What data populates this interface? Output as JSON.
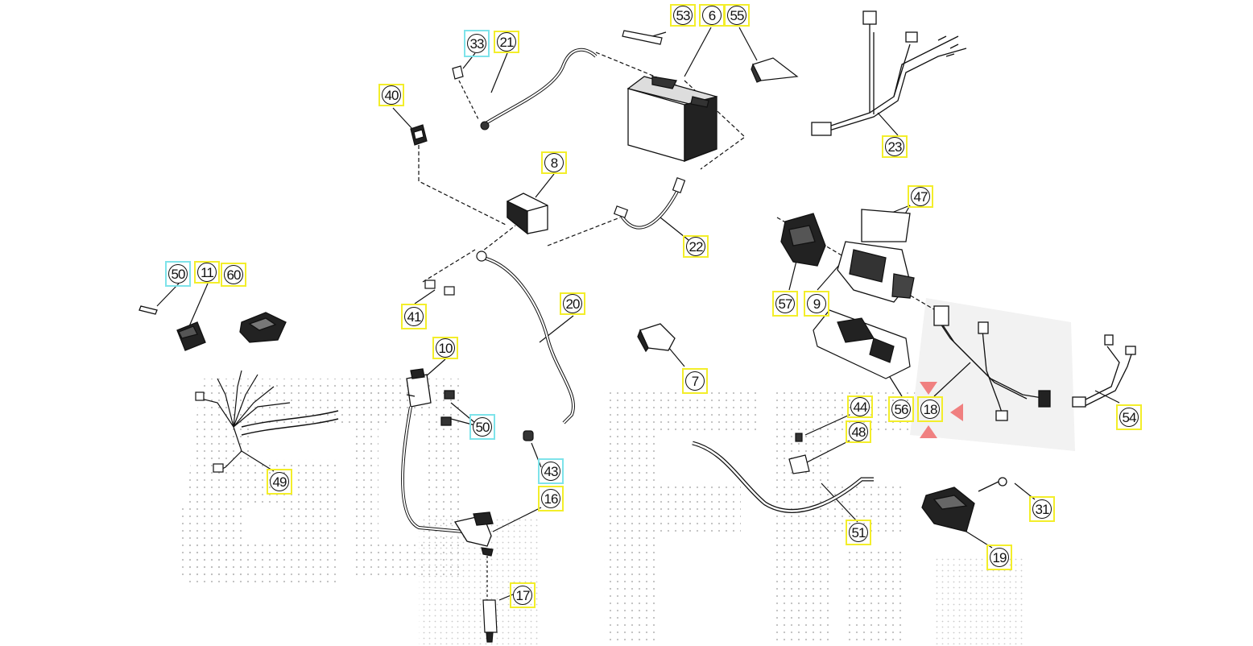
{
  "diagram": {
    "callouts": [
      {
        "id": "53",
        "label": "53",
        "box": "yellow"
      },
      {
        "id": "6",
        "label": "6",
        "box": "yellow"
      },
      {
        "id": "55",
        "label": "55",
        "box": "yellow"
      },
      {
        "id": "33",
        "label": "33",
        "box": "cyan"
      },
      {
        "id": "21",
        "label": "21",
        "box": "yellow"
      },
      {
        "id": "40",
        "label": "40",
        "box": "yellow"
      },
      {
        "id": "23",
        "label": "23",
        "box": "yellow"
      },
      {
        "id": "8",
        "label": "8",
        "box": "yellow"
      },
      {
        "id": "47",
        "label": "47",
        "box": "yellow"
      },
      {
        "id": "22",
        "label": "22",
        "box": "yellow"
      },
      {
        "id": "50a",
        "label": "50",
        "box": "cyan"
      },
      {
        "id": "11",
        "label": "11",
        "box": "yellow"
      },
      {
        "id": "60",
        "label": "60",
        "box": "yellow"
      },
      {
        "id": "57",
        "label": "57",
        "box": "yellow"
      },
      {
        "id": "9",
        "label": "9",
        "box": "yellow"
      },
      {
        "id": "20",
        "label": "20",
        "box": "yellow"
      },
      {
        "id": "41",
        "label": "41",
        "box": "yellow"
      },
      {
        "id": "10",
        "label": "10",
        "box": "yellow"
      },
      {
        "id": "7",
        "label": "7",
        "box": "yellow"
      },
      {
        "id": "44",
        "label": "44",
        "box": "yellow"
      },
      {
        "id": "56",
        "label": "56",
        "box": "yellow"
      },
      {
        "id": "18",
        "label": "18",
        "box": "yellow"
      },
      {
        "id": "54",
        "label": "54",
        "box": "yellow"
      },
      {
        "id": "50b",
        "label": "50",
        "box": "cyan"
      },
      {
        "id": "48",
        "label": "48",
        "box": "yellow"
      },
      {
        "id": "49",
        "label": "49",
        "box": "yellow"
      },
      {
        "id": "43",
        "label": "43",
        "box": "cyan"
      },
      {
        "id": "16",
        "label": "16",
        "box": "yellow"
      },
      {
        "id": "31",
        "label": "31",
        "box": "yellow"
      },
      {
        "id": "51",
        "label": "51",
        "box": "yellow"
      },
      {
        "id": "19",
        "label": "19",
        "box": "yellow"
      },
      {
        "id": "17",
        "label": "17",
        "box": "yellow"
      }
    ],
    "colors": {
      "callout_yellow": "#f3ee2a",
      "callout_cyan": "#7ee3ea",
      "marker_red": "#f08080",
      "line_black": "#111111",
      "watermark_dots": "#b8b8b8"
    },
    "parts_icons": [
      "battery-icon",
      "fuse-icon",
      "relay-icon",
      "ignition-coil-icon",
      "spark-plug-icon",
      "wiring-harness-icon",
      "cdi-unit-icon",
      "rectifier-icon",
      "starter-relay-icon",
      "cable-icon",
      "switch-icon"
    ]
  }
}
